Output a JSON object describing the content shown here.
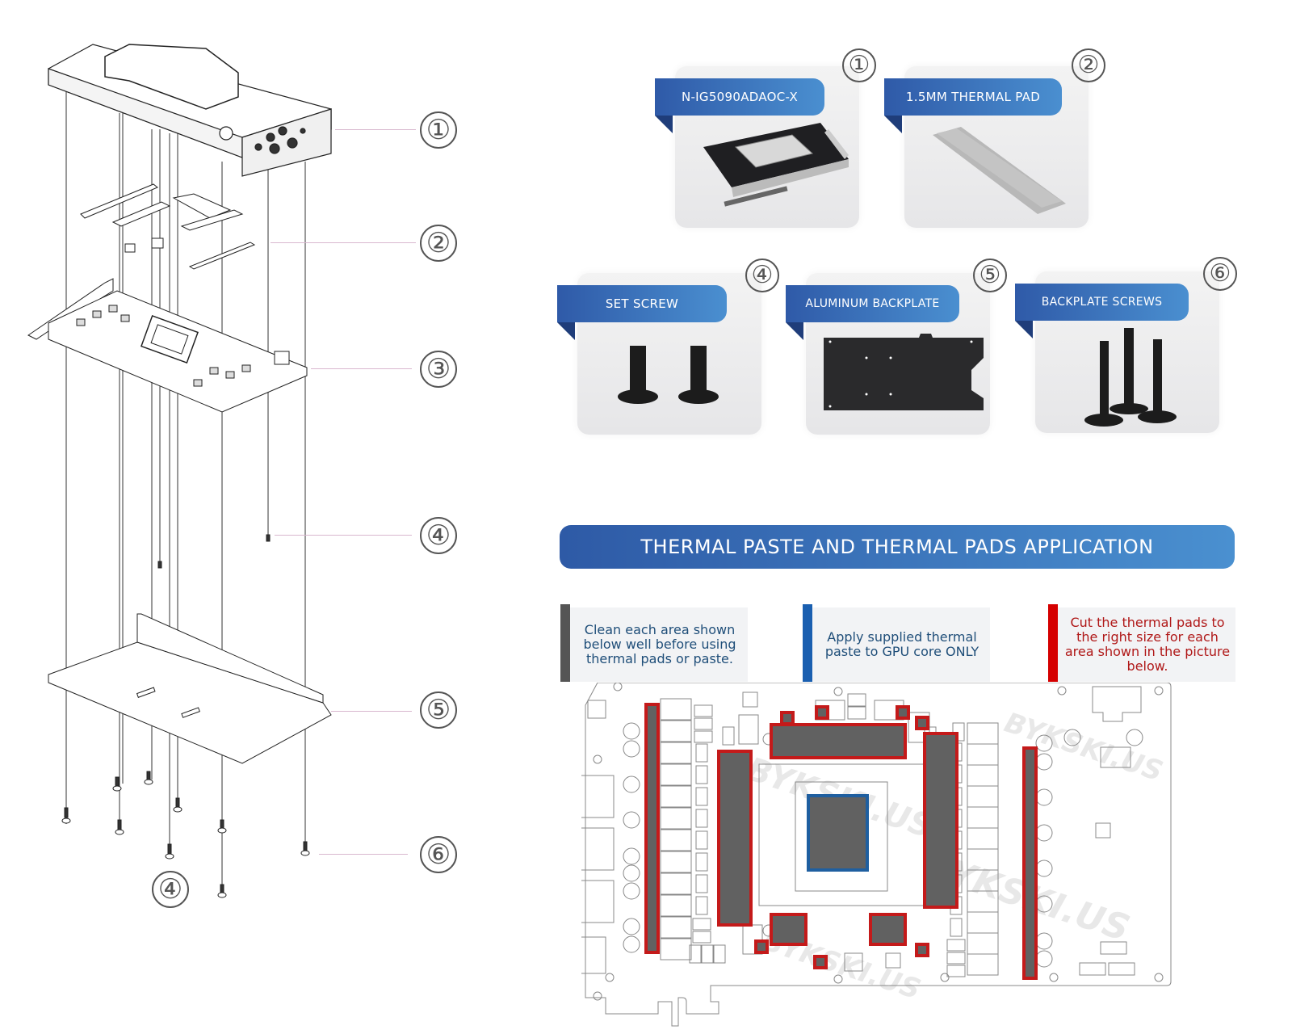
{
  "exploded_view": {
    "title": "Exploded assembly view",
    "callouts": [
      {
        "id": "callout-1",
        "number": "①",
        "part": "water block"
      },
      {
        "id": "callout-2",
        "number": "②",
        "part": "thermal pads"
      },
      {
        "id": "callout-3",
        "number": "③",
        "part": "graphics card PCB"
      },
      {
        "id": "callout-4",
        "number": "④",
        "part": "set screw"
      },
      {
        "id": "callout-5",
        "number": "⑤",
        "part": "aluminum backplate"
      },
      {
        "id": "callout-6",
        "number": "⑥",
        "part": "backplate screws"
      },
      {
        "id": "callout-4b",
        "number": "④",
        "part": "set screw"
      }
    ]
  },
  "parts": [
    {
      "number": "①",
      "label": "N-IG5090ADAOC-X",
      "image": "water-block-image"
    },
    {
      "number": "②",
      "label": "1.5MM THERMAL PAD",
      "image": "thermal-pad-image"
    },
    {
      "number": "④",
      "label": "SET SCREW",
      "image": "set-screw-image"
    },
    {
      "number": "⑤",
      "label": "ALUMINUM BACKPLATE",
      "image": "backplate-image"
    },
    {
      "number": "⑥",
      "label": "BACKPLATE SCREWS",
      "image": "backplate-screws-image"
    }
  ],
  "application": {
    "banner": "THERMAL PASTE AND THERMAL PADS APPLICATION",
    "notes": [
      {
        "text": "Clean each area shown below well before using thermal pads or paste.",
        "color": "#1f4e79",
        "bar_color": "#555555"
      },
      {
        "text": "Apply supplied thermal paste to GPU core ONLY",
        "color": "#1f4e79",
        "bar_color": "#1a5fb0"
      },
      {
        "text": "Cut the thermal pads to the right size for each area shown in the picture below.",
        "color": "#b01818",
        "bar_color": "#d50000"
      }
    ],
    "legend_colors": {
      "pad_outline": "#c41a1a",
      "paste_outline": "#1f5fa0",
      "fill": "#616161"
    },
    "watermark": "BYKSKI.US"
  }
}
